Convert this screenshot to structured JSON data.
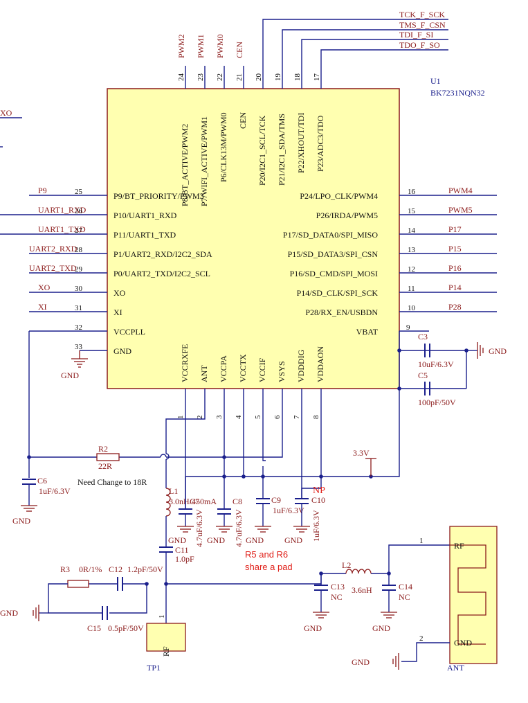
{
  "chip": {
    "designator": "U1",
    "part": "BK7231NQN32",
    "left_pins": [
      {
        "num": "25",
        "name": "P9/BT_PRIORITY/PWM3",
        "net": "P9"
      },
      {
        "num": "26",
        "name": "P10/UART1_RXD",
        "net": "UART1_RXD"
      },
      {
        "num": "27",
        "name": "P11/UART1_TXD",
        "net": "UART1_TXD"
      },
      {
        "num": "28",
        "name": "P1/UART2_RXD/I2C2_SDA",
        "net": "UART2_RXD"
      },
      {
        "num": "29",
        "name": "P0/UART2_TXD/I2C2_SCL",
        "net": "UART2_TXD"
      },
      {
        "num": "30",
        "name": "XO",
        "net": "XO"
      },
      {
        "num": "31",
        "name": "XI",
        "net": "XI"
      },
      {
        "num": "32",
        "name": "VCCPLL",
        "net": ""
      },
      {
        "num": "33",
        "name": "GND",
        "net": ""
      }
    ],
    "right_pins": [
      {
        "num": "16",
        "name": "P24/LPO_CLK/PWM4",
        "net": "PWM4"
      },
      {
        "num": "15",
        "name": "P26/IRDA/PWM5",
        "net": "PWM5"
      },
      {
        "num": "14",
        "name": "P17/SD_DATA0/SPI_MISO",
        "net": "P17"
      },
      {
        "num": "13",
        "name": "P15/SD_DATA3/SPI_CSN",
        "net": "P15"
      },
      {
        "num": "12",
        "name": "P16/SD_CMD/SPI_MOSI",
        "net": "P16"
      },
      {
        "num": "11",
        "name": "P14/SD_CLK/SPI_SCK",
        "net": "P14"
      },
      {
        "num": "10",
        "name": "P28/RX_EN/USBDN",
        "net": "P28"
      },
      {
        "num": "9",
        "name": "VBAT",
        "net": ""
      }
    ],
    "top_pins": [
      {
        "num": "24",
        "name": "P8/BT_ACTIVE/PWM2",
        "net": "PWM2"
      },
      {
        "num": "23",
        "name": "P7/WIFI_ACTIVE/PWM1",
        "net": "PWM1"
      },
      {
        "num": "22",
        "name": "P6/CLK13M/PWM0",
        "net": "PWM0"
      },
      {
        "num": "21",
        "name": "CEN",
        "net": "CEN"
      },
      {
        "num": "20",
        "name": "P20/I2C1_SCL/TCK",
        "net": "TCK_F_SCK"
      },
      {
        "num": "19",
        "name": "P21/I2C1_SDA/TMS",
        "net": "TMS_F_CSN"
      },
      {
        "num": "18",
        "name": "P22/XHOUT/TDI",
        "net": "TDI_F_SI"
      },
      {
        "num": "17",
        "name": "P23/ADC3/TDO",
        "net": "TDO_F_SO"
      }
    ],
    "bottom_pins": [
      {
        "num": "1",
        "name": "VCCRXFE"
      },
      {
        "num": "2",
        "name": "ANT"
      },
      {
        "num": "3",
        "name": "VCCPA"
      },
      {
        "num": "4",
        "name": "VCCTX"
      },
      {
        "num": "5",
        "name": "VCCIF"
      },
      {
        "num": "6",
        "name": "VSYS"
      },
      {
        "num": "7",
        "name": "VDDDIG"
      },
      {
        "num": "8",
        "name": "VDDAON"
      }
    ]
  },
  "left_edge_labels": {
    "xo": "XO",
    "gnd": "GND"
  },
  "power": {
    "rail_3v3": "3.3V",
    "gnd": "GND"
  },
  "components": {
    "R2": {
      "ref": "R2",
      "value": "22R",
      "note": "Need Change to 18R"
    },
    "C6": {
      "ref": "C6",
      "value": "1uF/6.3V"
    },
    "C3": {
      "ref": "C3",
      "value": "10uF/6.3V"
    },
    "C5": {
      "ref": "C5",
      "value": "100pF/50V"
    },
    "L1": {
      "ref": "L1",
      "value": "3.0nH/450mA"
    },
    "C7": {
      "ref": "C7",
      "value": "4.7uF/6.3V"
    },
    "C8": {
      "ref": "C8",
      "value": "4.7uF/6.3V"
    },
    "C9": {
      "ref": "C9",
      "value": "1uF/6.3V"
    },
    "C10": {
      "ref": "C10",
      "value": "1uF/6.3V",
      "flag": "NP"
    },
    "C11": {
      "ref": "C11",
      "value": "1.0pF"
    },
    "R3": {
      "ref": "R3",
      "value": "0R/1%"
    },
    "C12": {
      "ref": "C12",
      "value": "1.2pF/50V"
    },
    "C15": {
      "ref": "C15",
      "value": "0.5pF/50V"
    },
    "L2": {
      "ref": "L2",
      "value": "3.6nH"
    },
    "C13": {
      "ref": "C13",
      "value": "NC"
    },
    "C14": {
      "ref": "C14",
      "value": "NC"
    },
    "TP1": {
      "ref": "TP1",
      "pin_label": "RF",
      "pin_num": "1"
    },
    "ANT": {
      "ref": "ANT",
      "pin1_label": "RF",
      "pin1_num": "1",
      "pin2_label": "GND",
      "pin2_num": "2"
    }
  },
  "notes": {
    "pad_line1": "R5 and R6",
    "pad_line2": "share a pad"
  }
}
